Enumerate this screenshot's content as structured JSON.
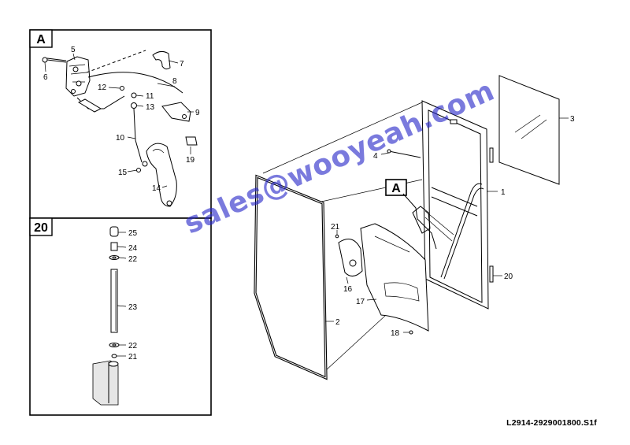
{
  "drawing_code": "L2914-2929001800.S1f",
  "watermark": "sales@wooyeah.com",
  "colors": {
    "watermark": "#2828c8",
    "line": "#000000"
  },
  "detail_a": {
    "tag": "A",
    "callouts": [
      "5",
      "6",
      "7",
      "8",
      "12",
      "11",
      "13",
      "9",
      "10",
      "19",
      "15",
      "14"
    ]
  },
  "detail_20": {
    "tag": "20",
    "callouts": [
      "25",
      "24",
      "22",
      "23",
      "22",
      "21"
    ]
  },
  "main_view": {
    "ref_tag": "A",
    "callouts": [
      "3",
      "4",
      "1",
      "21",
      "20",
      "16",
      "17",
      "2",
      "18"
    ]
  }
}
